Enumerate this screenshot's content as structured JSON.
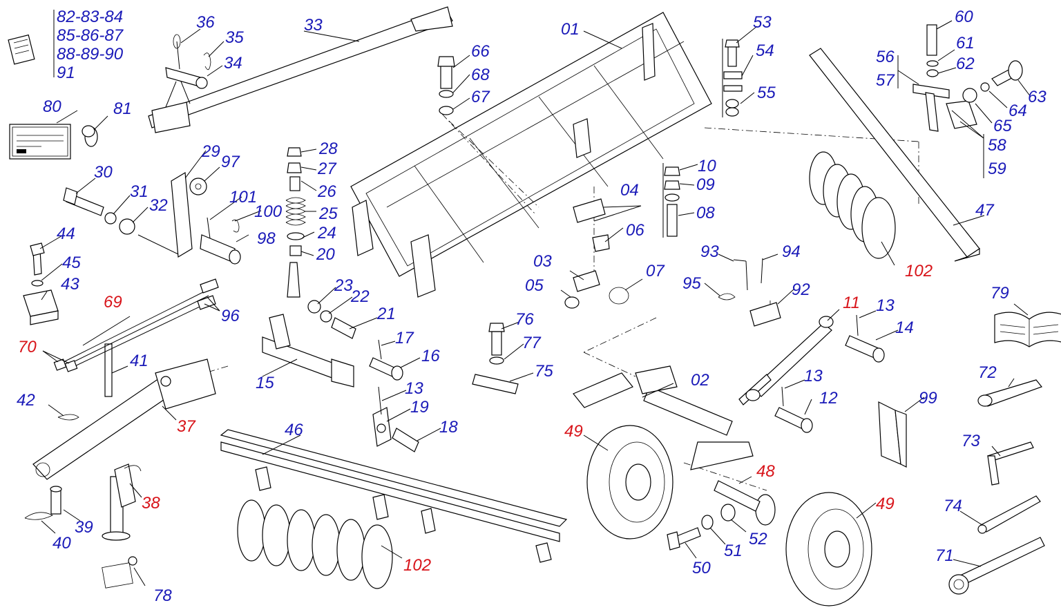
{
  "colors": {
    "blue": "#1a1ab8",
    "red": "#d8141a",
    "ink": "#000000"
  },
  "labels": {
    "l01": "01",
    "l02": "02",
    "l03": "03",
    "l04": "04",
    "l05": "05",
    "l06": "06",
    "l07": "07",
    "l08": "08",
    "l09": "09",
    "l10": "10",
    "l11": "11",
    "l12": "12",
    "l13a": "13",
    "l13b": "13",
    "l13c": "13",
    "l14": "14",
    "l15": "15",
    "l16": "16",
    "l17": "17",
    "l18": "18",
    "l19": "19",
    "l20": "20",
    "l21": "21",
    "l22": "22",
    "l23": "23",
    "l24": "24",
    "l25": "25",
    "l26": "26",
    "l27": "27",
    "l28": "28",
    "l29": "29",
    "l30": "30",
    "l31": "31",
    "l32": "32",
    "l33": "33",
    "l34": "34",
    "l35": "35",
    "l36": "36",
    "l37": "37",
    "l38": "38",
    "l39": "39",
    "l40": "40",
    "l41": "41",
    "l42": "42",
    "l43": "43",
    "l44": "44",
    "l45": "45",
    "l46": "46",
    "l47": "47",
    "l48": "48",
    "l49a": "49",
    "l49b": "49",
    "l50": "50",
    "l51": "51",
    "l52": "52",
    "l53": "53",
    "l54": "54",
    "l55": "55",
    "l56": "56",
    "l57": "57",
    "l58": "58",
    "l59": "59",
    "l60": "60",
    "l61": "61",
    "l62": "62",
    "l63": "63",
    "l64": "64",
    "l65": "65",
    "l66": "66",
    "l67": "67",
    "l68": "68",
    "l69": "69",
    "l70": "70",
    "l71": "71",
    "l72": "72",
    "l73": "73",
    "l74": "74",
    "l75": "75",
    "l76": "76",
    "l77": "77",
    "l78": "78",
    "l79": "79",
    "l80": "80",
    "l81": "81",
    "l92": "92",
    "l93": "93",
    "l94": "94",
    "l95": "95",
    "l96": "96",
    "l97": "97",
    "l98": "98",
    "l99": "99",
    "l100": "100",
    "l101": "101",
    "l102a": "102",
    "l102b": "102",
    "decal_group_1": "82-83-84",
    "decal_group_2": "85-86-87",
    "decal_group_3": "88-89-90",
    "decal_group_4": "91"
  }
}
